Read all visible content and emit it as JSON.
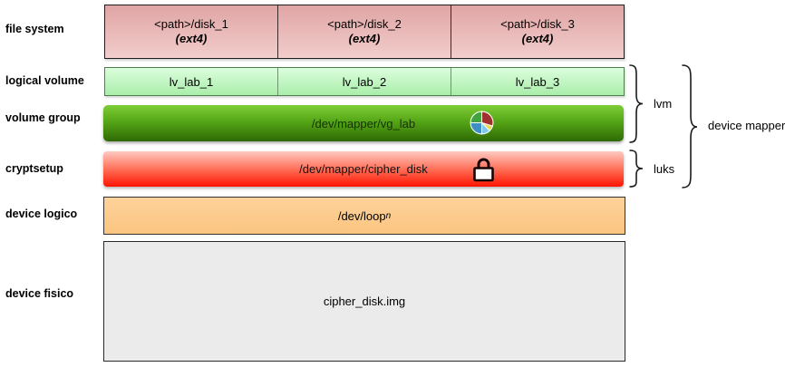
{
  "layers": {
    "file_system": {
      "label": "file system",
      "cells": [
        {
          "name": "<path>/disk_1",
          "fs_type": "(ext4)"
        },
        {
          "name": "<path>/disk_2",
          "fs_type": "(ext4)"
        },
        {
          "name": "<path>/disk_3",
          "fs_type": "(ext4)"
        }
      ]
    },
    "logical_volume": {
      "label": "logical volume",
      "cells": [
        "lv_lab_1",
        "lv_lab_2",
        "lv_lab_3"
      ]
    },
    "volume_group": {
      "label": "volume group",
      "value": "/dev/mapper/vg_lab"
    },
    "cryptsetup": {
      "label": "cryptsetup",
      "value": "/dev/mapper/cipher_disk"
    },
    "device_logico": {
      "label": "device logico",
      "value": "/dev/loop",
      "subscript": "n"
    },
    "device_fisico": {
      "label": "device fisico",
      "value": "cipher_disk.img"
    }
  },
  "annotations": {
    "lvm": "lvm",
    "luks": "luks",
    "device_mapper": "device mapper"
  },
  "icons": {
    "volume_group": "pie-chart-icon",
    "cryptsetup": "padlock-icon"
  },
  "colors": {
    "file_system_fill": "#e8b5b4",
    "logical_volume_fill": "#bef4be",
    "volume_group_top": "#7ecd37",
    "volume_group_bottom": "#2e6a04",
    "cryptsetup_top": "#ffcac1",
    "cryptsetup_bottom": "#fe1502",
    "device_logico_fill": "#fccb8d",
    "device_fisico_fill": "#ebebeb",
    "background": "#ffffff"
  }
}
